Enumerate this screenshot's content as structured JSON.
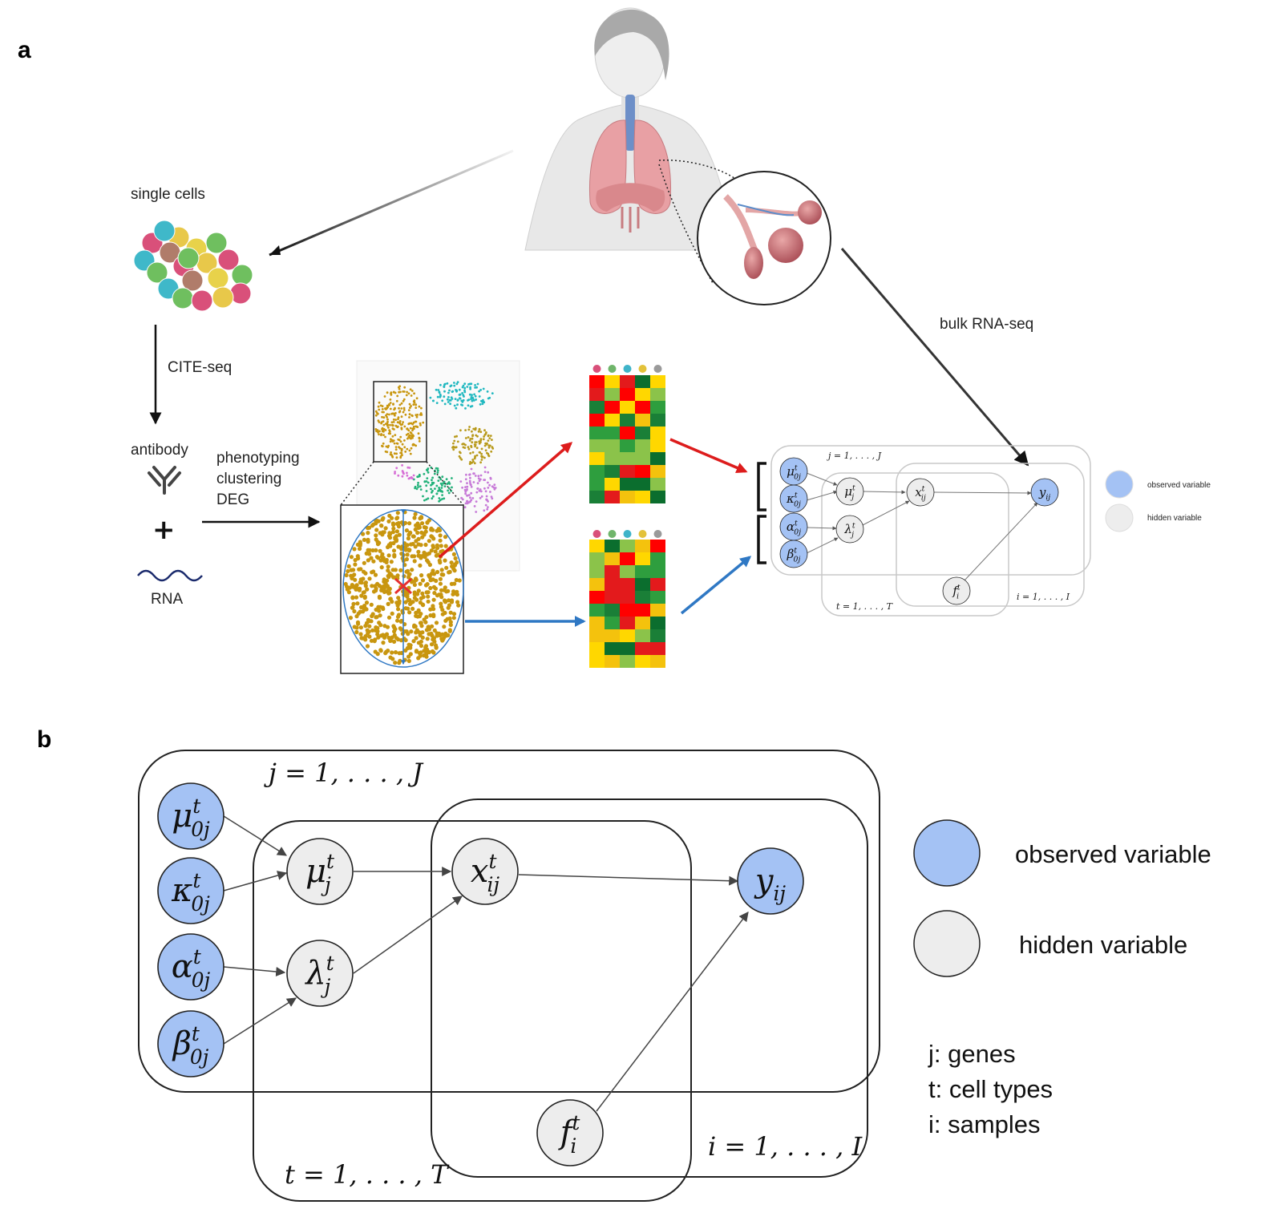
{
  "panel_a": {
    "letter": "a",
    "single_cells": "single cells",
    "cite_seq": "CITE-seq",
    "antibody": "antibody",
    "plus": "+",
    "rna": "RNA",
    "methods": [
      "phenotyping",
      "clustering",
      "DEG"
    ],
    "bulk": "bulk RNA-seq",
    "heatmap_dot_colors": [
      "#d9507a",
      "#6fb56a",
      "#3fb4c9",
      "#e3c23a",
      "#9a9a9a"
    ],
    "heatmap_palette": [
      "#ff0000",
      "#e31a1c",
      "#ffd700",
      "#f4c20d",
      "#8bc34a",
      "#2e9e3e",
      "#1a7f37",
      "#0b6e2e"
    ],
    "mini_legend": {
      "observed": "observed variable",
      "hidden": "hidden variable"
    }
  },
  "panel_b": {
    "letter": "b",
    "plates": {
      "genes": "j = 1, . . . , J",
      "celltypes": "t = 1, . . . , T",
      "samples": "i = 1, . . . , I"
    },
    "nodes": {
      "mu0": {
        "sym": "μ",
        "sup": "t",
        "sub": "0j"
      },
      "kappa0": {
        "sym": "κ",
        "sup": "t",
        "sub": "0j"
      },
      "alpha0": {
        "sym": "α",
        "sup": "t",
        "sub": "0j"
      },
      "beta0": {
        "sym": "β",
        "sup": "t",
        "sub": "0j"
      },
      "mu": {
        "sym": "μ",
        "sup": "t",
        "sub": "j"
      },
      "lambda": {
        "sym": "λ",
        "sup": "t",
        "sub": "j"
      },
      "x": {
        "sym": "x",
        "sup": "t",
        "sub": "ij"
      },
      "y": {
        "sym": "y",
        "sup": "",
        "sub": "ij"
      },
      "f": {
        "sym": "f",
        "sup": "t",
        "sub": "i"
      }
    },
    "legend": {
      "observed": "observed variable",
      "hidden": "hidden variable",
      "observed_color": "#a4c2f4",
      "hidden_color": "#ededed"
    },
    "notes": [
      "j: genes",
      "t: cell types",
      "i: samples"
    ]
  }
}
